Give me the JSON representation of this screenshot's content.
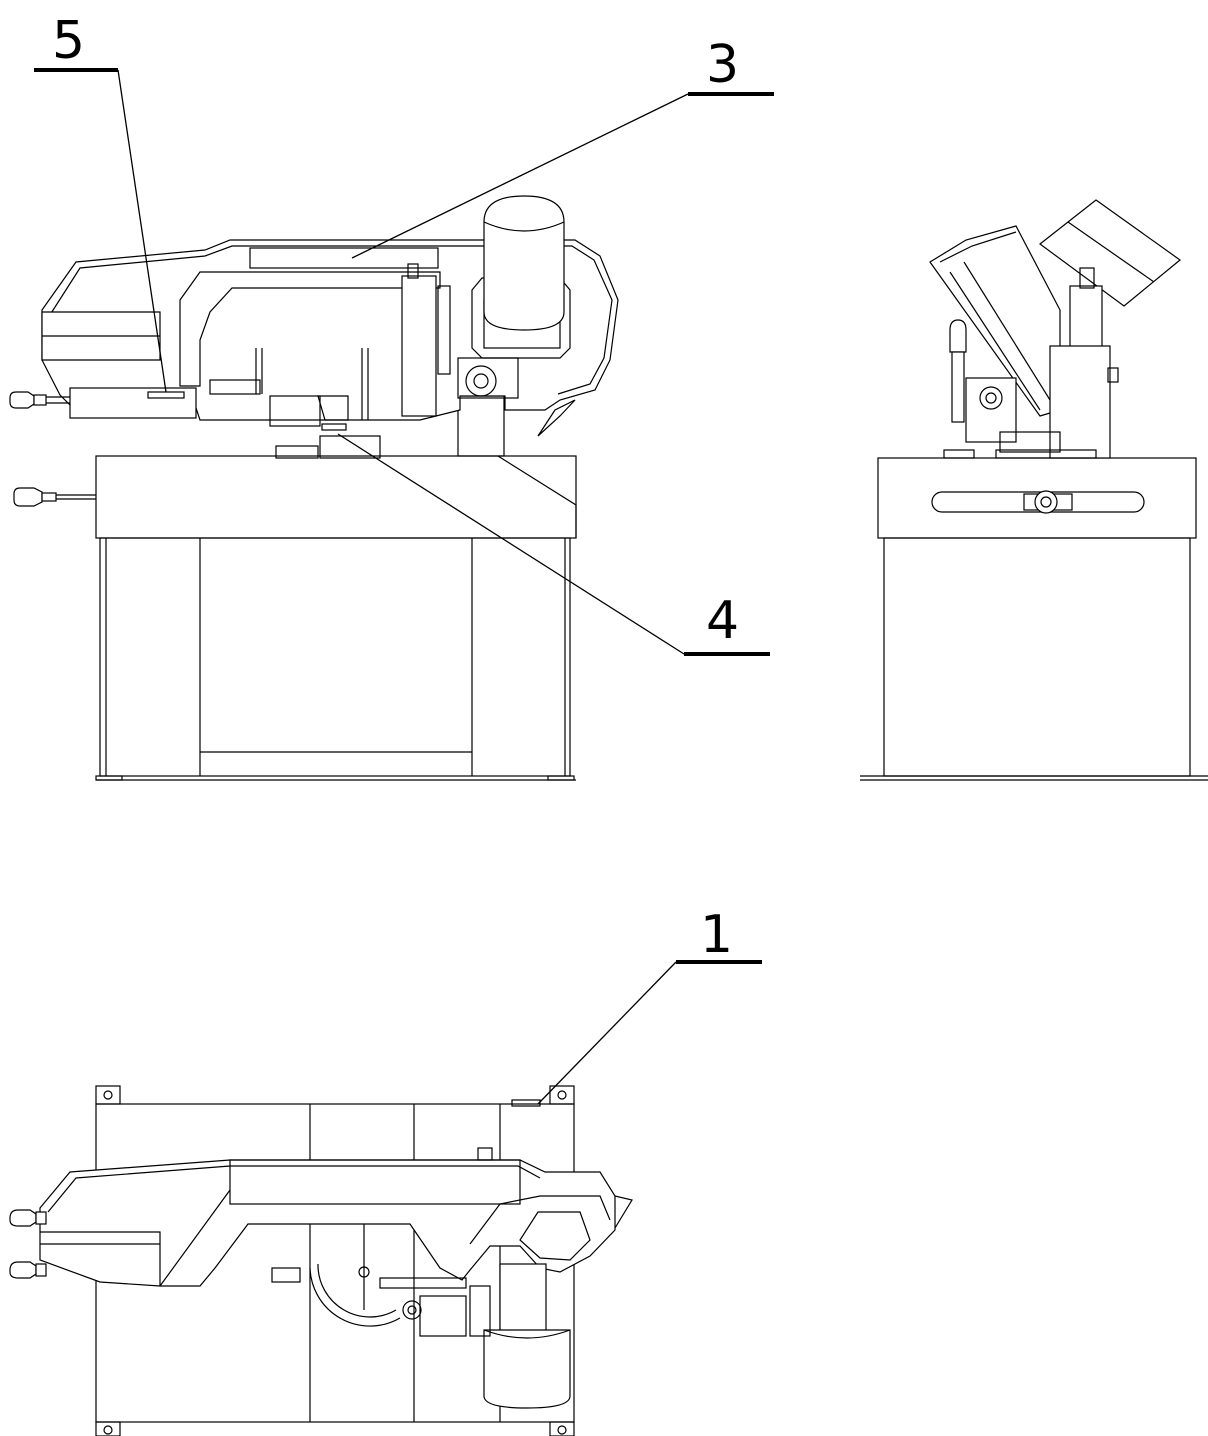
{
  "callouts": [
    {
      "id": "c1",
      "label": "1"
    },
    {
      "id": "c3",
      "label": "3"
    },
    {
      "id": "c4",
      "label": "4"
    },
    {
      "id": "c5",
      "label": "5"
    }
  ]
}
